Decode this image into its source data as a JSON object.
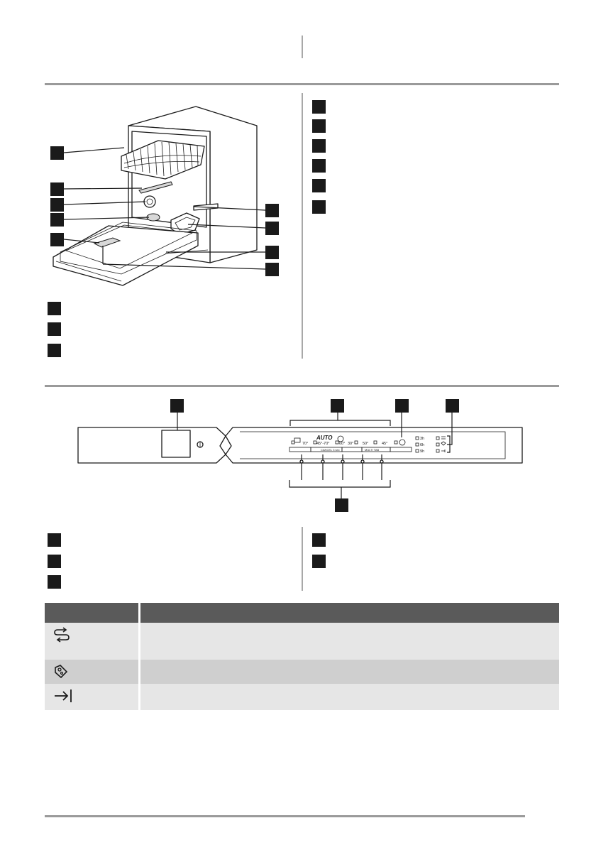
{
  "panel": {
    "text_auto": "AUTO",
    "text_70": "70°",
    "text_45_70": "45°-70°",
    "text_60": "60°",
    "text_30": "30°",
    "text_50": "50°",
    "text_45": "45°",
    "text_3h": "3h",
    "text_6h": "6h",
    "text_9h": "9h",
    "label_cancel": "CANCEL 3 sec",
    "label_multitab": "MULTI TAB"
  },
  "symbols_table": {
    "rows": [
      {
        "icon": "rinse-aid-arrows-icon"
      },
      {
        "icon": "salt-tag-icon"
      },
      {
        "icon": "arrow-to-bar-icon"
      }
    ]
  }
}
